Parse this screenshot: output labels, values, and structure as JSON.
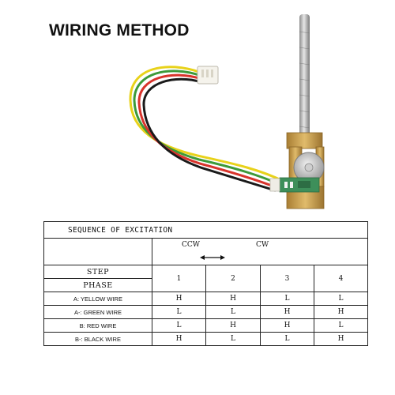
{
  "title": "WIRING METHOD",
  "colors": {
    "wire_yellow": "#e8d21a",
    "wire_green": "#3d9a3a",
    "wire_red": "#d8332b",
    "wire_black": "#1a1a1a",
    "brass": "#c9a04c",
    "pcb_green": "#3e8f5a"
  },
  "table": {
    "heading": "SEQUENCE OF EXCITATION",
    "ccw_label": "CCW",
    "cw_label": "CW",
    "step_label": "STEP",
    "phase_label": "PHASE",
    "steps": [
      "1",
      "2",
      "3",
      "4"
    ],
    "rows": [
      {
        "wire": "A: YELLOW WIRE",
        "values": [
          "H",
          "H",
          "L",
          "L"
        ]
      },
      {
        "wire": "A-: GREEN WIRE",
        "values": [
          "L",
          "L",
          "H",
          "H"
        ]
      },
      {
        "wire": "B: RED WIRE",
        "values": [
          "L",
          "H",
          "H",
          "L"
        ]
      },
      {
        "wire": "B-: BLACK WIRE",
        "values": [
          "H",
          "L",
          "L",
          "H"
        ]
      }
    ]
  }
}
